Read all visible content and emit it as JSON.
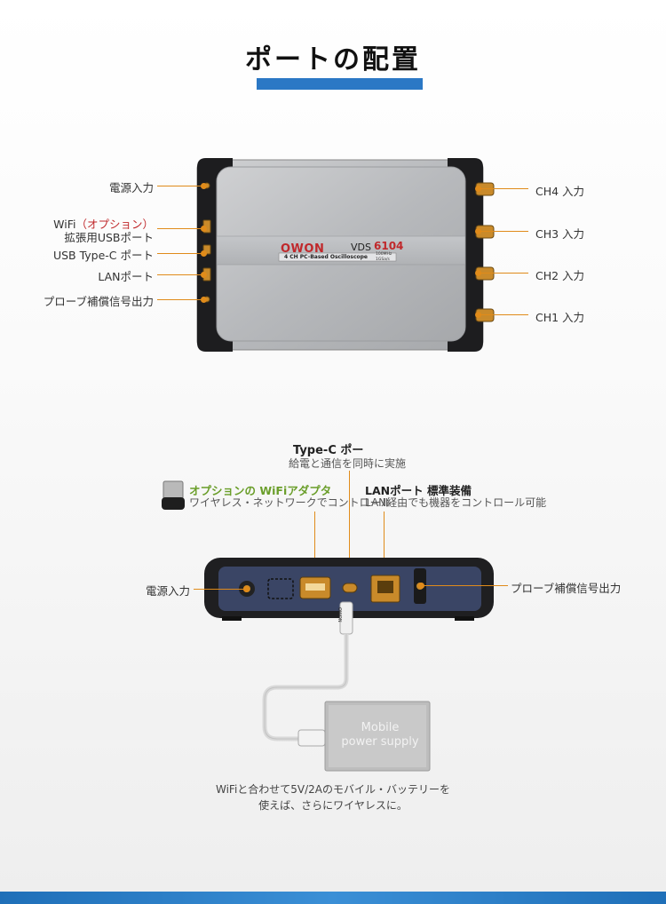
{
  "header": {
    "title": "ポートの配置"
  },
  "device_top": {
    "brand": "OWON",
    "model_prefix": "VDS",
    "model_number": "6104",
    "subtitle": "4 CH PC-Based Oscilloscope",
    "spec_line1": "100MHz",
    "spec_line2": "1GSa/s",
    "left_labels": [
      {
        "text": "電源入力"
      },
      {
        "text_line1_prefix": "WiFi",
        "text_line1_highlight": "（オプション）",
        "text_line2": "拡張用USBポート"
      },
      {
        "text": "USB Type-C ポート"
      },
      {
        "text": "LANポート"
      },
      {
        "text": "プローブ補償信号出力"
      }
    ],
    "right_labels": [
      "CH4 入力",
      "CH3 入力",
      "CH2 入力",
      "CH1 入力"
    ]
  },
  "device_back": {
    "typec_title": "Type-C ポー",
    "typec_desc": "給電と通信を同時に実施",
    "wifi_title": "オプションの WiFiアダプタ",
    "wifi_desc": "ワイヤレス・ネットワークでコントロール",
    "lan_title": "LANポート 標準装備",
    "lan_desc": "LAN経由でも機器をコントロール可能",
    "power_label": "電源入力",
    "probe_label": "プローブ補償信号出力",
    "cable_tag": "OWON",
    "battery_line1": "Mobile",
    "battery_line2": "power supply"
  },
  "caption": {
    "line1": "WiFiと合わせて5V/2Aのモバイル・バッテリーを",
    "line2": "使えば、さらにワイヤレスに。"
  },
  "colors": {
    "accent_blue": "#2b78c5",
    "leader_orange": "#e08b1a",
    "highlight_red": "#c0282b",
    "wifi_green": "#6a9e2a"
  }
}
